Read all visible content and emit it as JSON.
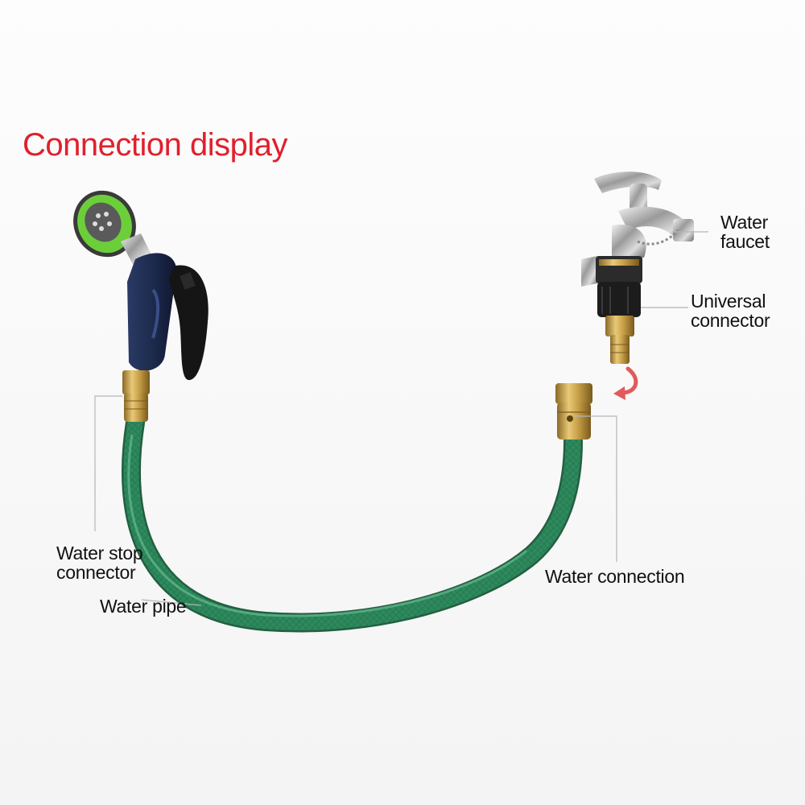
{
  "title": "Connection display",
  "labels": {
    "water_faucet": [
      "Water",
      "faucet"
    ],
    "universal_connector": [
      "Universal",
      "connector"
    ],
    "water_stop_connector": [
      "Water stop",
      "connector"
    ],
    "water_pipe": "Water pipe",
    "water_connection": "Water connection"
  },
  "colors": {
    "title": "#e0202c",
    "hose": "#2e8a5e",
    "brass": "#c9a24a",
    "nozzle_ring": "#6ccf3a",
    "handle": "#1d2b4d",
    "arrow": "#e25a5a"
  }
}
